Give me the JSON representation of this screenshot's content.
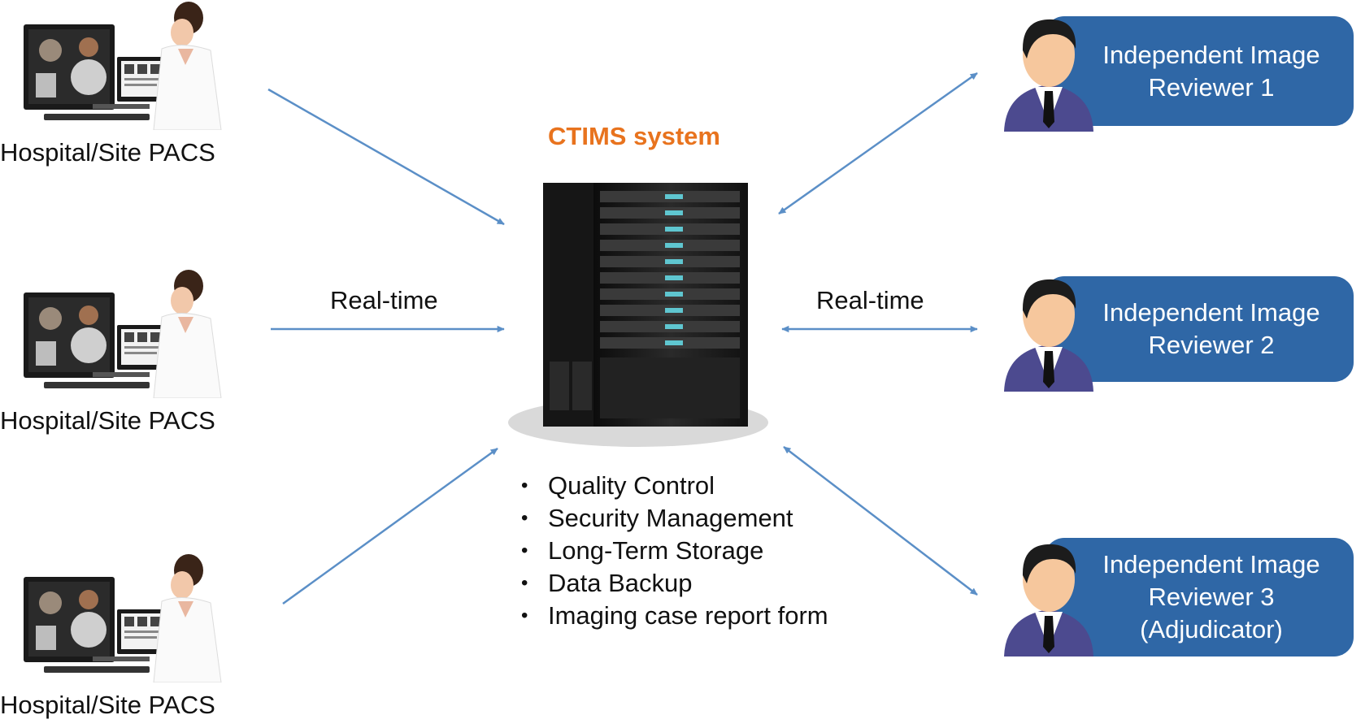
{
  "system": {
    "title": "CTIMS system",
    "features": [
      "Quality Control",
      "Security Management",
      "Long-Term Storage",
      "Data Backup",
      "Imaging case report form"
    ]
  },
  "sites": [
    {
      "label": "Hospital/Site PACS"
    },
    {
      "label": "Hospital/Site PACS"
    },
    {
      "label": "Hospital/Site PACS"
    }
  ],
  "connections": {
    "left_label": "Real-time",
    "right_label": "Real-time"
  },
  "reviewers": [
    {
      "line1": "Independent Image",
      "line2": "Reviewer 1",
      "line3": ""
    },
    {
      "line1": "Independent Image",
      "line2": "Reviewer 2",
      "line3": ""
    },
    {
      "line1": "Independent Image",
      "line2": "Reviewer 3",
      "line3": "(Adjudicator)"
    }
  ],
  "colors": {
    "title": "#e8731e",
    "reviewer_box": "#2f67a6",
    "arrow": "#5b8fc7"
  }
}
